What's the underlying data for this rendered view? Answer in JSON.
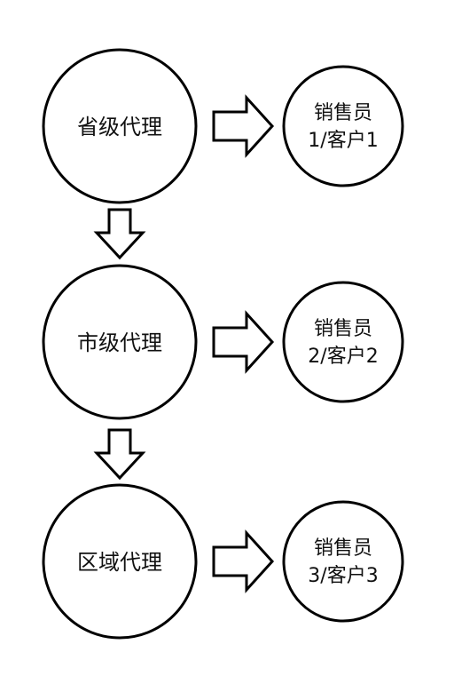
{
  "agents": [
    {
      "label": "省级代理"
    },
    {
      "label": "市级代理"
    },
    {
      "label": "区域代理"
    }
  ],
  "sales": [
    {
      "line1": "销售员",
      "line2": "1/客户1"
    },
    {
      "line1": "销售员",
      "line2": "2/客户2"
    },
    {
      "line1": "销售员",
      "line2": "3/客户3"
    }
  ],
  "colors": {
    "stroke": "#000000",
    "fill": "#ffffff",
    "text": "#111111"
  }
}
